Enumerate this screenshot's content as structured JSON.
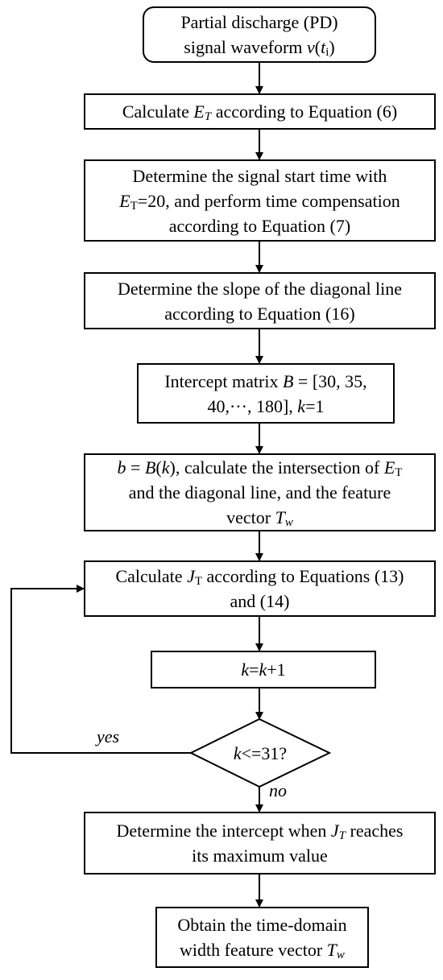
{
  "nodes": {
    "start": {
      "line1": "Partial discharge (PD)",
      "line2_pre": "signal waveform ",
      "var_v": "v",
      "paren_open": "(",
      "var_t": "t",
      "sub_i": "i",
      "paren_close": ")"
    },
    "calc_et": {
      "pre": "Calculate ",
      "var": "E",
      "sub": "T",
      "post": " according to Equation (6)"
    },
    "start_time": {
      "line1": "Determine the signal start time with",
      "var": "E",
      "sub": "T",
      "line2_post": "=20, and perform time compensation",
      "line3": "according to Equation (7)"
    },
    "slope": {
      "line1": "Determine the slope of the diagonal line",
      "line2": "according to Equation (16)"
    },
    "intercept_matrix": {
      "pre": "Intercept matrix ",
      "var_b": "B",
      "mid": " = [30, 35,",
      "line2_pre": "40,···, 180], ",
      "var_k": "k",
      "line2_post": "=1"
    },
    "intersection": {
      "var_b": "b",
      "eq": " = ",
      "var_B": "B",
      "paren_open": "(",
      "var_k": "k",
      "line1_post": "), calculate the intersection of ",
      "var_E": "E",
      "sub_T": "T",
      "line2": "and the diagonal line, and the feature",
      "line3_pre": "vector ",
      "var_T": "T",
      "sub_w": "w"
    },
    "calc_jt": {
      "pre": "Calculate ",
      "var": "J",
      "sub": "T",
      "post": " according to Equations (13)",
      "line2": "and (14)"
    },
    "increment": {
      "var_k1": "k",
      "mid": "=",
      "var_k2": "k",
      "post": "+1"
    },
    "decision": {
      "var_k": "k",
      "post": "<=31?"
    },
    "max_intercept": {
      "pre": "Determine the intercept when ",
      "var": "J",
      "sub": "T",
      "post": " reaches",
      "line2": "its maximum value"
    },
    "obtain": {
      "line1": "Obtain the time-domain",
      "line2_pre": "width feature vector ",
      "var": "T",
      "sub": "w"
    }
  },
  "edge_labels": {
    "yes": "yes",
    "no": "no"
  }
}
